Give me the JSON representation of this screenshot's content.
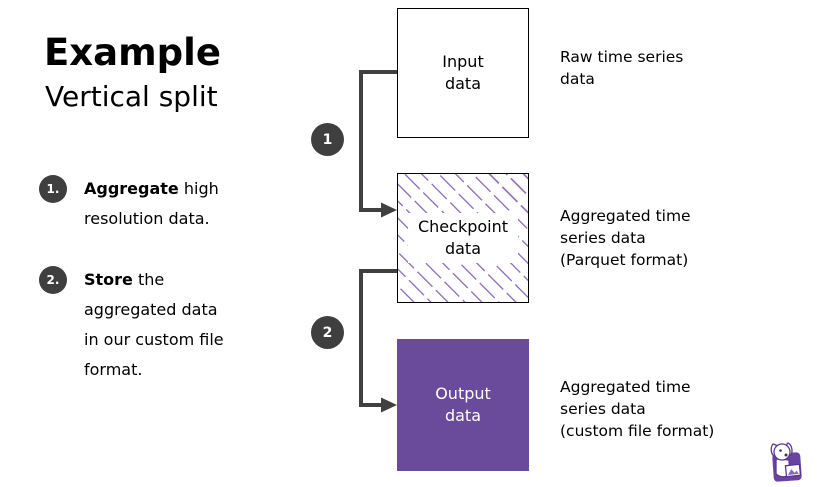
{
  "slide": {
    "title": "Example",
    "subtitle": "Vertical split"
  },
  "steps": [
    {
      "badge": "1.",
      "lead": "Aggregate",
      "rest": " high\nresolution data."
    },
    {
      "badge": "2.",
      "lead": "Store",
      "rest": " the\naggregated data\nin our custom file\nformat."
    }
  ],
  "flow": {
    "connector_badges": [
      "1",
      "2"
    ],
    "boxes": [
      {
        "label": "Input\ndata",
        "annotation": "Raw time series\ndata"
      },
      {
        "label": "Checkpoint\ndata",
        "annotation": "Aggregated time\nseries data\n(Parquet format)"
      },
      {
        "label": "Output\ndata",
        "annotation": "Aggregated time\nseries data\n(custom file format)"
      }
    ]
  },
  "icons": {
    "logo": "datadog-bits-logo"
  },
  "colors": {
    "accent_purple": "#6a4a9b",
    "hatch_purple": "#9678be",
    "badge_dark_gray": "#3f3f3f",
    "connector_gray": "#404040",
    "box_border": "#000000",
    "text": "#000000",
    "background": "#ffffff"
  }
}
